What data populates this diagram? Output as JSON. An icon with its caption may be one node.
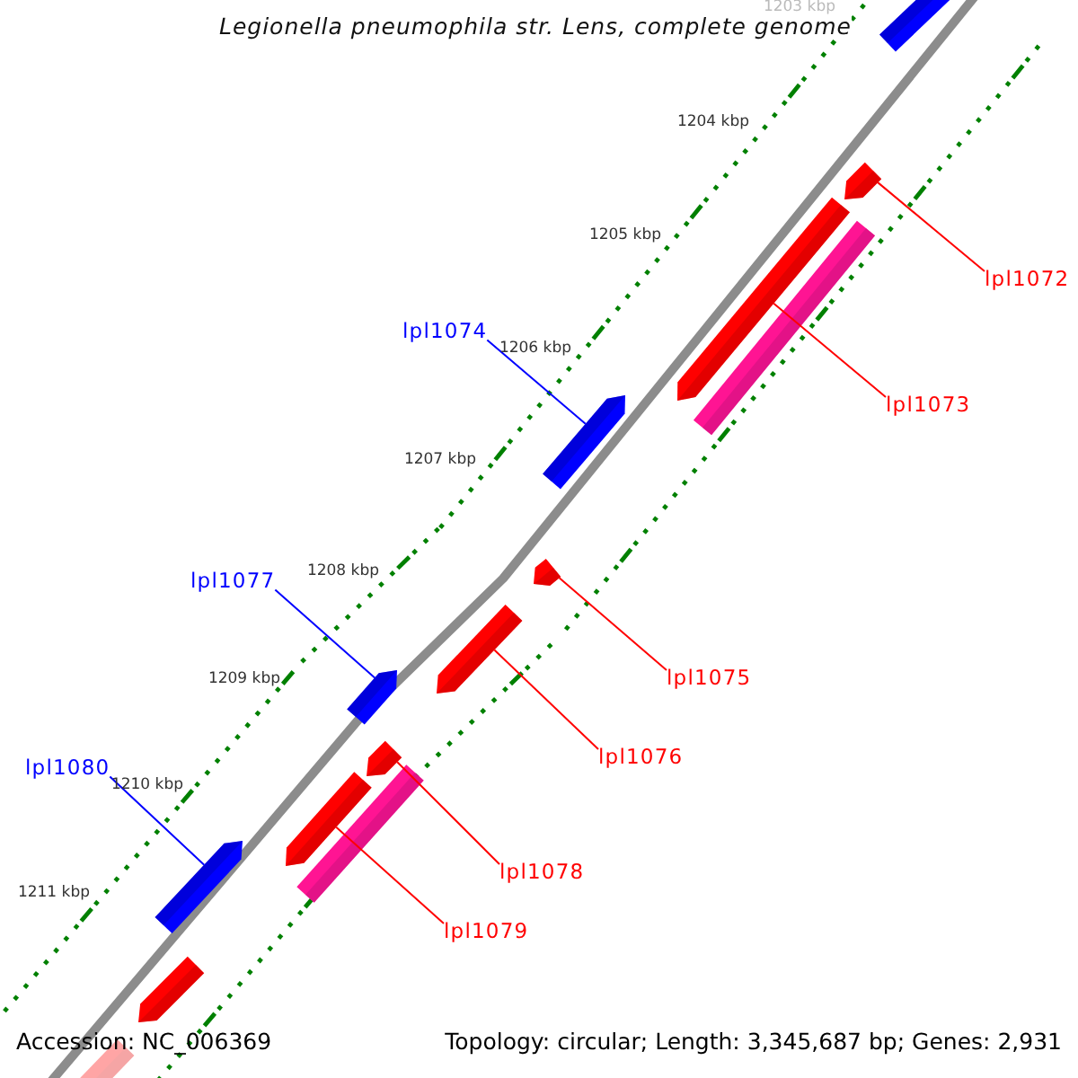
{
  "diagram": {
    "title": "Legionella pneumophila str. Lens, complete genome",
    "nodes": [
      {
        "text": [],
        "shape": "pentagon"
      },
      {
        "text": [],
        "shape": "pentagon"
      },
      {
        "text": [
          "lpl1072"
        ]
      },
      {
        "text": [],
        "shape": "pentagon"
      },
      {
        "text": [],
        "shape": "bar"
      },
      {
        "text": [
          "lpl1073"
        ]
      },
      {
        "text": [
          "lpl1074"
        ]
      },
      {
        "text": [],
        "shape": "pentagon"
      },
      {
        "text": [],
        "shape": "pentagon"
      },
      {
        "text": [
          "lpl1075"
        ]
      },
      {
        "text": [
          "lpl1077"
        ]
      },
      {
        "text": [],
        "shape": "pentagon"
      },
      {
        "text": [],
        "shape": "pentagon"
      },
      {
        "text": [
          "lpl1076"
        ]
      },
      {
        "text": [
          "lpl1080"
        ]
      },
      {
        "text": [],
        "shape": "pentagon"
      },
      {
        "text": [],
        "shape": "pentagon"
      },
      {
        "text": [],
        "shape": "bar"
      },
      {
        "text": [],
        "shape": "pentagon"
      },
      {
        "text": [
          "lpl1078"
        ]
      },
      {
        "text": [
          "lpl1079"
        ]
      },
      {
        "text": [],
        "shape": "pentagon"
      },
      {
        "text": [],
        "shape": "pentagon"
      }
    ],
    "edges": [
      {
        "from": 2,
        "to": 1,
        "arrow": "none"
      },
      {
        "from": 5,
        "to": 3,
        "arrow": "none"
      },
      {
        "from": 6,
        "to": 7,
        "arrow": "none",
        "color": "#0000ff"
      },
      {
        "from": 9,
        "to": 8,
        "arrow": "none"
      },
      {
        "from": 10,
        "to": 12,
        "arrow": "none",
        "color": "#0000ff"
      },
      {
        "from": 13,
        "to": 11,
        "arrow": "none"
      },
      {
        "from": 14,
        "to": 18,
        "arrow": "none",
        "color": "#0000ff"
      },
      {
        "from": 19,
        "to": 15,
        "arrow": "none"
      },
      {
        "from": 20,
        "to": 16,
        "arrow": "none"
      }
    ],
    "labels": [
      "1203 kbp",
      "1204 kbp",
      "1205 kbp",
      "1206 kbp",
      "1207 kbp",
      "1208 kbp",
      "1209 kbp",
      "1210 kbp",
      "1211 kbp",
      "Accession: NC_006369",
      "Topology: circular; Length: 3,345,687 bp; Genes: 2,931"
    ]
  }
}
